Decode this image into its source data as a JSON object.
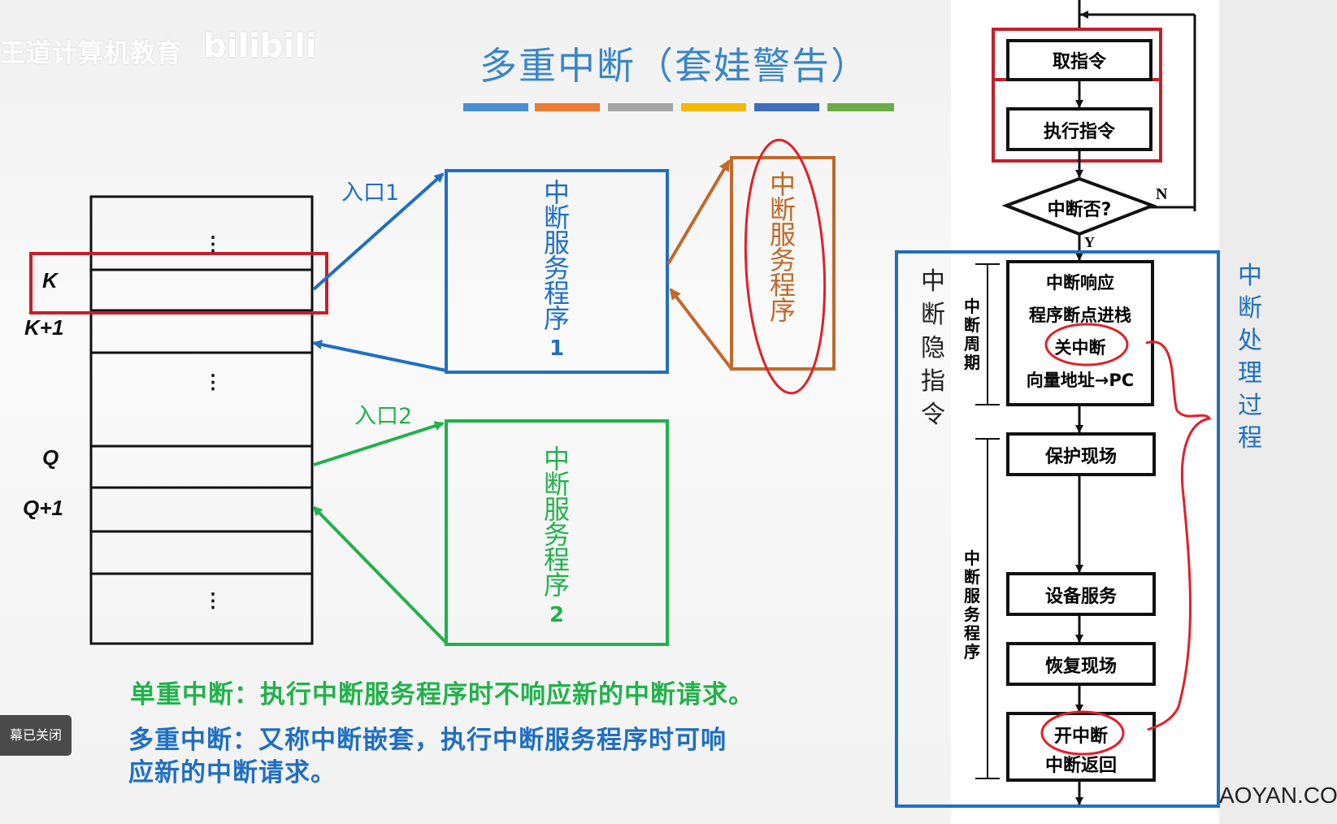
{
  "header": {
    "watermark": "王道计算机教育",
    "watermark_logo": "bilibili",
    "title": "多重中断（套娃警告）",
    "colorbar": [
      "#4a8fd3",
      "#ee7a35",
      "#a5a5a5",
      "#f5b800",
      "#3d6fbc",
      "#6aad46"
    ]
  },
  "memory": {
    "labels": {
      "k": "K",
      "k1": "K+1",
      "q": "Q",
      "q1": "Q+1"
    },
    "dots": "⋮"
  },
  "entries": {
    "entry1": "入口1",
    "entry2": "入口2"
  },
  "isr1": {
    "text": "中断服务程序",
    "num": "1",
    "color": "#1f6fc2"
  },
  "isr2": {
    "text": "中断服务程序",
    "num": "2",
    "color": "#22b14c"
  },
  "isr_nested": {
    "text": "中断服务程序",
    "color": "#c0692a"
  },
  "captions": {
    "single": "单重中断：执行中断服务程序时不响应新的中断请求。",
    "multi_line1": "多重中断：又称中断嵌套，执行中断服务程序时可响",
    "multi_line2": "应新的中断请求。"
  },
  "flowchart": {
    "fetch": "取指令",
    "execute": "执行指令",
    "decision": "中断否?",
    "no": "N",
    "yes": "Y",
    "response1": "中断响应",
    "response2": "程序断点进栈",
    "response3": "关中断",
    "response4": "向量地址→PC",
    "save": "保护现场",
    "service": "设备服务",
    "restore": "恢复现场",
    "enable": "开中断",
    "ret": "中断返回",
    "hidden_instr": "中断隐指令",
    "interrupt_cycle": "中断周期",
    "isr_label": "中断服务程序",
    "process_label": "中断处理过程"
  },
  "ui": {
    "subtitle_toggle": "幕已关闭",
    "site": "AOYAN.CO"
  }
}
